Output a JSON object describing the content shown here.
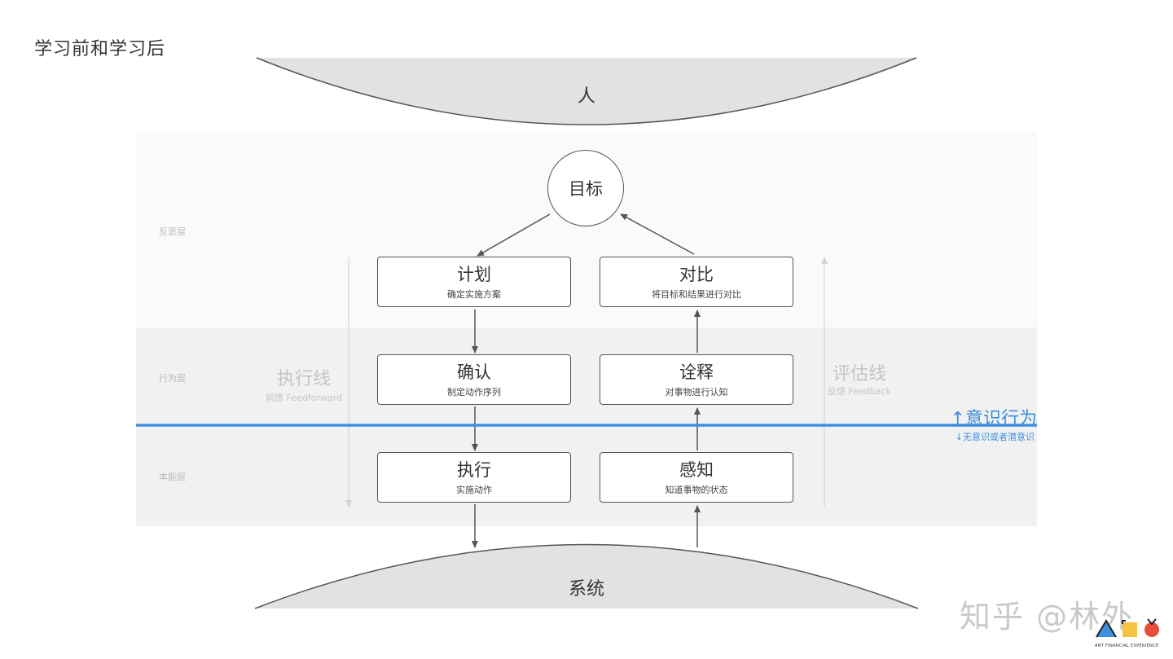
{
  "page_title": "学习前和学习后",
  "human_label": "人",
  "system_label": "系统",
  "goal_label": "目标",
  "layers": {
    "reflective": "反思层",
    "behavioral": "行为层",
    "visceral": "本能层"
  },
  "execution_lane": {
    "title": "执行线",
    "subtitle": "前馈 Feedforward"
  },
  "evaluation_lane": {
    "title": "评估线",
    "subtitle": "反馈 Feedback"
  },
  "boxes": {
    "plan": {
      "title": "计划",
      "subtitle": "确定实施方案"
    },
    "compare": {
      "title": "对比",
      "subtitle": "将目标和结果进行对比"
    },
    "confirm": {
      "title": "确认",
      "subtitle": "制定动作序列"
    },
    "interpret": {
      "title": "诠释",
      "subtitle": "对事物进行认知"
    },
    "execute": {
      "title": "执行",
      "subtitle": "实施动作"
    },
    "perceive": {
      "title": "感知",
      "subtitle": "知道事物的状态"
    }
  },
  "conscious_label": "↑意识行为",
  "unconscious_label": "↓无意识或者潜意识",
  "watermark": "知乎 @林外",
  "logo_text": "ANT FINANCIAL EXPERIENCE",
  "colors": {
    "divider": "#3d8fdf",
    "arrow": "#555555",
    "ellipse_fill": "#e2e2e2"
  }
}
